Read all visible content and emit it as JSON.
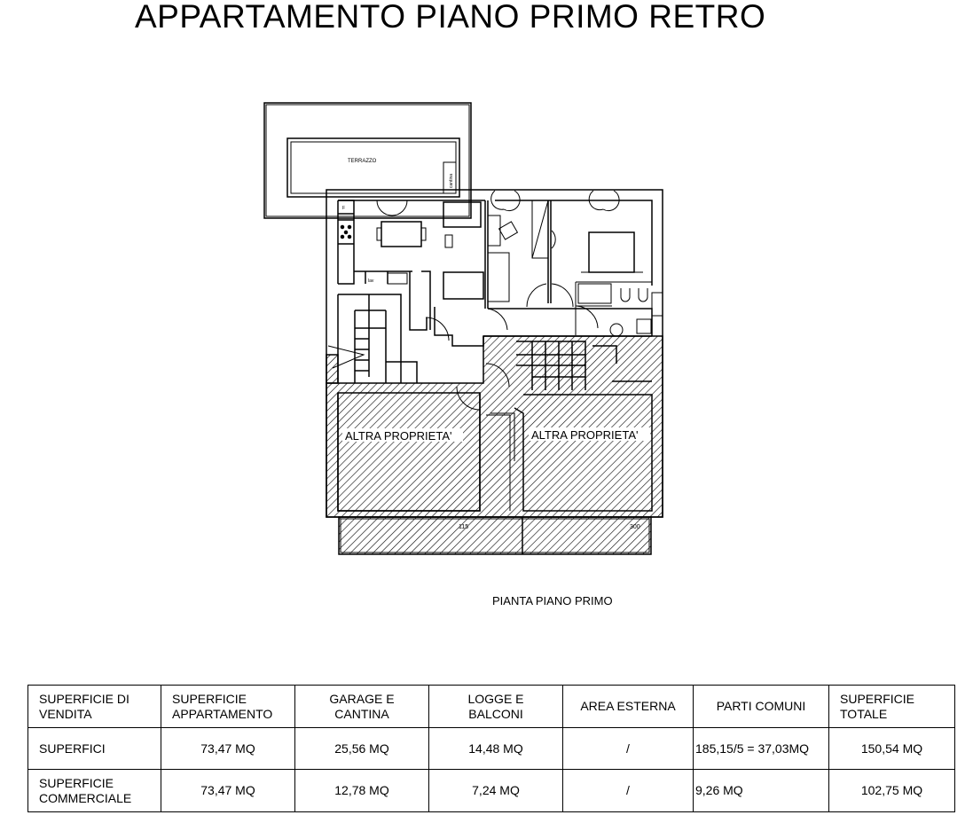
{
  "title": "APPARTAMENTO PIANO PRIMO RETRO",
  "caption": "PIANTA  PIANO PRIMO",
  "plan": {
    "terrace_label": "TERRAZZO",
    "storage_label": "cantina",
    "other_property_left": "ALTRA PROPRIETA'",
    "other_property_right": "ALTRA PROPRIETA'",
    "dim_1": "115",
    "dim_2": "300",
    "kitchen_f": "F",
    "kitchen_lav": "lav"
  },
  "table": {
    "headers": [
      "SUPERFICIE DI VENDITA",
      "SUPERFICIE APPARTAMENTO",
      "GARAGE E CANTINA",
      "LOGGE E BALCONI",
      "AREA ESTERNA",
      "PARTI COMUNI",
      "SUPERFICIE TOTALE"
    ],
    "rows": [
      [
        "SUPERFICI",
        "73,47 MQ",
        "25,56 MQ",
        "14,48 MQ",
        "/",
        "185,15/5 = 37,03MQ",
        "150,54 MQ"
      ],
      [
        "SUPERFICIE COMMERCIALE",
        "73,47 MQ",
        "12,78 MQ",
        "7,24 MQ",
        "/",
        "9,26 MQ",
        "102,75 MQ"
      ]
    ]
  }
}
